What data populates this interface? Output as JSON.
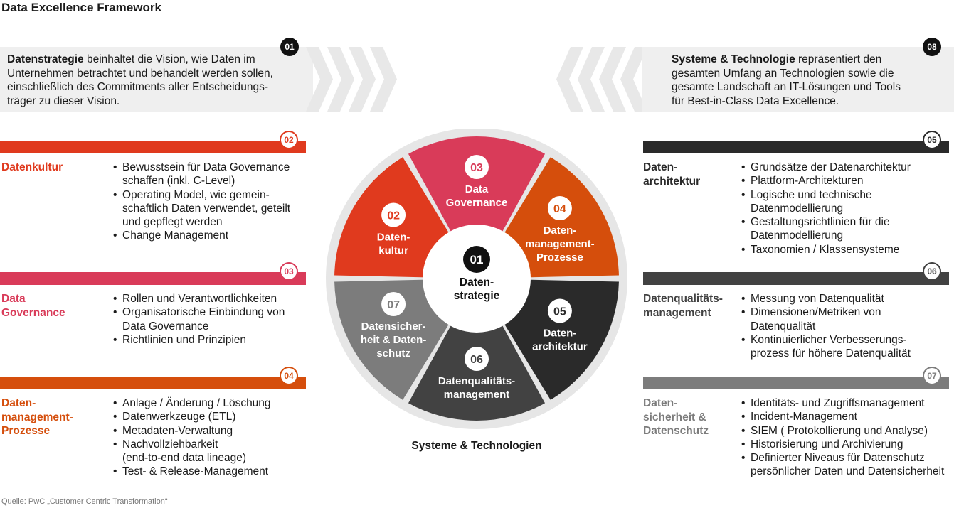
{
  "title": "Data Excellence Framework",
  "colors": {
    "kultur": "#e03a1e",
    "governance": "#d93b59",
    "management": "#d54e0c",
    "architektur": "#2a2a2a",
    "qualitaet": "#424242",
    "sicherheit": "#7c7c7c",
    "panel": "#efefef",
    "chevron": "#e8e8e8",
    "ring": "#e6e6e6"
  },
  "left_panel": {
    "badge": "01",
    "bold": "Datenstrategie",
    "lines": [
      " beinhaltet die Vision, wie Daten im",
      "Unternehmen betrachtet und behandelt werden sollen,",
      "einschließlich des Commitments aller Entscheidungs-",
      "träger  zu dieser Vision."
    ]
  },
  "right_panel": {
    "badge": "08",
    "bold": "Systeme & Technologie",
    "lines": [
      "  repräsentiert den",
      "gesamten Umfang an Technologien sowie die",
      "gesamte Landschaft an IT-Lösungen und Tools",
      "für Best-in-Class Data Excellence."
    ]
  },
  "sections_left": [
    {
      "badge": "02",
      "title_lines": [
        "Datenkultur"
      ],
      "bullets": [
        [
          "Bewusstsein für Data Governance",
          "schaffen (inkl. C-Level)"
        ],
        [
          "Operating Model, wie gemein-",
          "schaftlich Daten verwendet, geteilt",
          "und gepflegt werden"
        ],
        [
          "Change Management"
        ]
      ]
    },
    {
      "badge": "03",
      "title_lines": [
        "Data",
        "Governance"
      ],
      "bullets": [
        [
          "Rollen und Verantwortlichkeiten"
        ],
        [
          "Organisatorische Einbindung von",
          "Data Governance"
        ],
        [
          "Richtlinien und Prinzipien"
        ]
      ]
    },
    {
      "badge": "04",
      "title_lines": [
        "Daten-",
        "management-",
        "Prozesse"
      ],
      "bullets": [
        [
          "Anlage / Änderung / Löschung"
        ],
        [
          "Datenwerkzeuge (ETL)"
        ],
        [
          "Metadaten-Verwaltung"
        ],
        [
          "Nachvollziehbarkeit",
          "(end-to-end data lineage)"
        ],
        [
          "Test- & Release-Management"
        ]
      ]
    }
  ],
  "sections_right": [
    {
      "badge": "05",
      "title_lines": [
        "Daten-",
        "architektur"
      ],
      "bullets": [
        [
          "Grundsätze der Datenarchitektur"
        ],
        [
          "Plattform-Architekturen"
        ],
        [
          "Logische und technische",
          "Datenmodellierung"
        ],
        [
          "Gestaltungsrichtlinien für die",
          "Datenmodellierung"
        ],
        [
          "Taxonomien / Klassensysteme"
        ]
      ]
    },
    {
      "badge": "06",
      "title_lines": [
        "Datenqualitäts-",
        "management"
      ],
      "bullets": [
        [
          "Messung von Datenqualität"
        ],
        [
          "Dimensionen/Metriken von",
          "Datenqualität"
        ],
        [
          "Kontinuierlicher Verbesserungs-",
          "prozess für höhere Datenqualität"
        ]
      ]
    },
    {
      "badge": "07",
      "title_lines": [
        "Daten-",
        "sicherheit &",
        "Datenschutz"
      ],
      "bullets": [
        [
          "Identitäts- und Zugriffsmanagement"
        ],
        [
          "Incident-Management"
        ],
        [
          "SIEM ( Protokollierung und Analyse)"
        ],
        [
          "Historisierung und Archivierung"
        ],
        [
          "Definierter Niveaus für Datenschutz",
          "persönlicher Daten und Datensicherheit"
        ]
      ]
    }
  ],
  "wheel": {
    "center": {
      "num": "01",
      "lines": [
        "Daten-",
        "strategie"
      ]
    },
    "segments": [
      {
        "num": "03",
        "lines": [
          "Data",
          "Governance"
        ]
      },
      {
        "num": "04",
        "lines": [
          "Daten-",
          "management-",
          "Prozesse"
        ]
      },
      {
        "num": "05",
        "lines": [
          "Daten-",
          "architektur"
        ]
      },
      {
        "num": "06",
        "lines": [
          "Datenqualitäts-",
          "management"
        ]
      },
      {
        "num": "07",
        "lines": [
          "Datensicher-",
          "heit & Daten-",
          "schutz"
        ]
      },
      {
        "num": "02",
        "lines": [
          "Daten-",
          "kultur"
        ]
      }
    ],
    "bottom_label": "Systeme & Technologien"
  },
  "source": "Quelle: PwC „Customer Centric Transformation“"
}
